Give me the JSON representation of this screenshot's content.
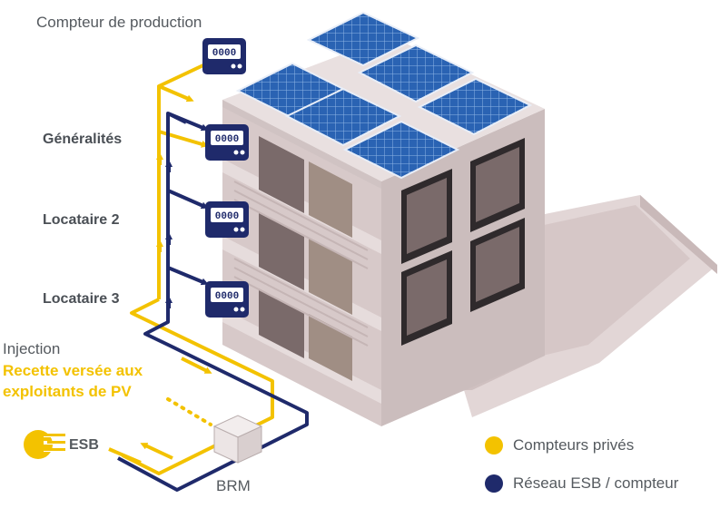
{
  "labels": {
    "production_meter": "Compteur de production",
    "generalites": "Généralités",
    "locataire2": "Locataire 2",
    "locataire3": "Locataire 3",
    "injection": "Injection",
    "recette_line1": "Recette versée aux",
    "recette_line2": "exploitants de PV",
    "esb": "ESB",
    "brm": "BRM"
  },
  "meters": {
    "display": "0000"
  },
  "legend": [
    {
      "label": "Compteurs privés",
      "color": "#f3c200"
    },
    {
      "label": "Réseau ESB / compteur",
      "color": "#1f2a6b"
    }
  ],
  "colors": {
    "yellow": "#f3c200",
    "navy": "#1f2a6b",
    "wall": "#d9cccc",
    "roof": "#1f5aa8"
  }
}
